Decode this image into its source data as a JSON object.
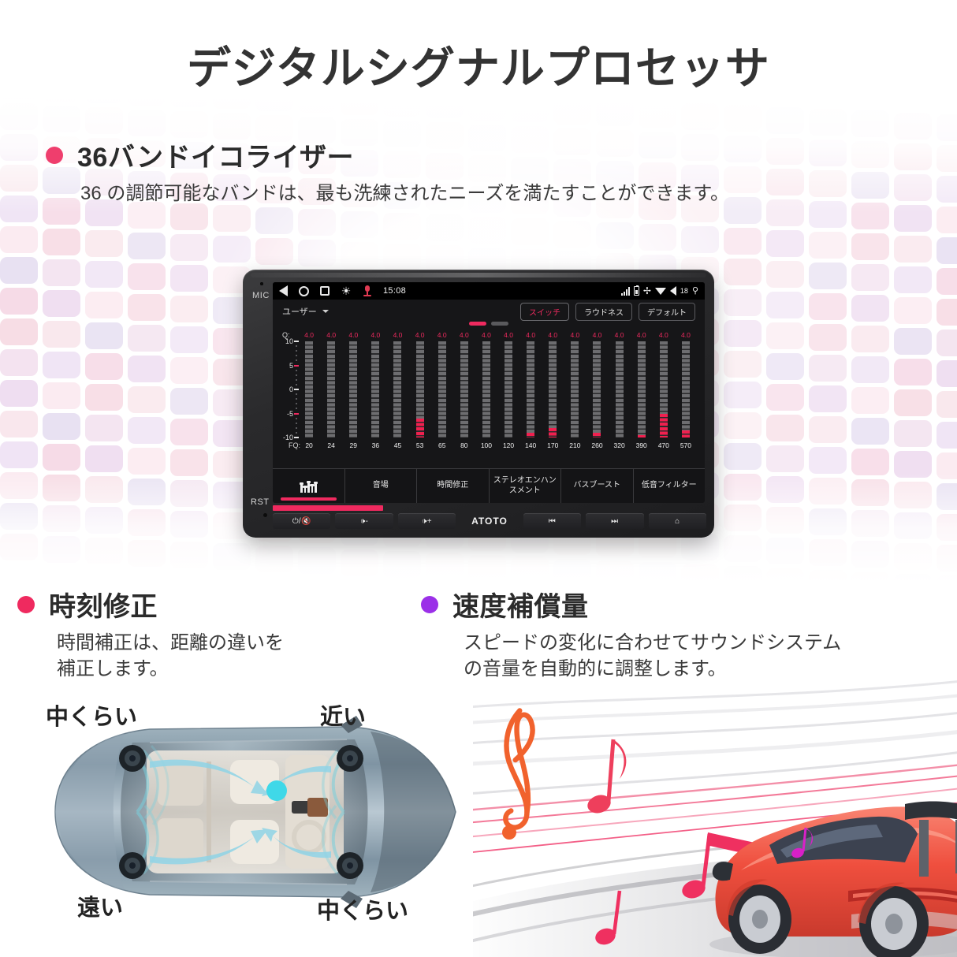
{
  "page": {
    "main_title": "デジタルシグナルプロセッサ"
  },
  "features": [
    {
      "id": "eq",
      "bullet_color": "#ef3e6d",
      "title": "36バンドイコライザー",
      "description": "36 の調節可能なバンドは、最も洗練されたニーズを満たすことができます。"
    },
    {
      "id": "time",
      "bullet_color": "#ef2a5f",
      "title": "時刻修正",
      "description": "時間補正は、距離の違いを\n補正します。"
    },
    {
      "id": "speed",
      "bullet_color": "#9b30e8",
      "title": "速度補償量",
      "description": "スピードの変化に合わせてサウンドシステム\nの音量を自動的に調整します。"
    }
  ],
  "head_unit": {
    "mic_label": "MIC",
    "rst_label": "RST",
    "brand": "ATOTO",
    "statusbar": {
      "time": "15:08",
      "left_icons": [
        "back-icon",
        "home-icon",
        "recent-apps-icon",
        "brightness-icon",
        "mic-icon"
      ],
      "right_icons": [
        "signal-icon",
        "battery-icon",
        "bluetooth-icon",
        "wifi-icon",
        "volume-icon",
        "gps-icon"
      ],
      "volume_value": "18"
    },
    "toolbar": {
      "preset_label": "ユーザー",
      "buttons": [
        {
          "label": "スイッチ",
          "active": true
        },
        {
          "label": "ラウドネス",
          "active": false
        },
        {
          "label": "デフォルト",
          "active": false
        }
      ]
    },
    "page_dots": {
      "total": 2,
      "active_index": 0
    },
    "equalizer": {
      "q_label": "Q:",
      "fq_label": "FQ:",
      "y_labels": [
        "10",
        "5",
        "0",
        "-5",
        "-10"
      ],
      "y_range": [
        -10,
        10
      ],
      "bands": [
        {
          "fq": "20",
          "q": "4.0",
          "gain": -10.0
        },
        {
          "fq": "24",
          "q": "4.0",
          "gain": -10.0
        },
        {
          "fq": "29",
          "q": "4.0",
          "gain": -10.0
        },
        {
          "fq": "36",
          "q": "4.0",
          "gain": -10.0
        },
        {
          "fq": "45",
          "q": "4.0",
          "gain": -10.0
        },
        {
          "fq": "53",
          "q": "4.0",
          "gain": -6.0
        },
        {
          "fq": "65",
          "q": "4.0",
          "gain": -10.0
        },
        {
          "fq": "80",
          "q": "4.0",
          "gain": -10.0
        },
        {
          "fq": "100",
          "q": "4.0",
          "gain": -10.0
        },
        {
          "fq": "120",
          "q": "4.0",
          "gain": -10.0
        },
        {
          "fq": "140",
          "q": "4.0",
          "gain": -9.0
        },
        {
          "fq": "170",
          "q": "4.0",
          "gain": -8.0
        },
        {
          "fq": "210",
          "q": "4.0",
          "gain": -10.0
        },
        {
          "fq": "260",
          "q": "4.0",
          "gain": -9.0
        },
        {
          "fq": "320",
          "q": "4.0",
          "gain": -10.0
        },
        {
          "fq": "390",
          "q": "4.0",
          "gain": -9.5
        },
        {
          "fq": "470",
          "q": "4.0",
          "gain": -5.0
        },
        {
          "fq": "570",
          "q": "4.0",
          "gain": -8.5
        }
      ]
    },
    "tabs": [
      {
        "label": "",
        "icon": "equalizer-icon",
        "active": true
      },
      {
        "label": "音場",
        "icon": "",
        "active": false
      },
      {
        "label": "時間修正",
        "icon": "",
        "active": false
      },
      {
        "label": "ステレオエンハンスメント",
        "icon": "",
        "active": false
      },
      {
        "label": "バスブースト",
        "icon": "",
        "active": false
      },
      {
        "label": "低音フィルター",
        "icon": "",
        "active": false
      }
    ],
    "hardware_keys": [
      {
        "label": "⏻/🔇",
        "name": "power-mute-key"
      },
      {
        "label": "🕩-",
        "name": "volume-down-key"
      },
      {
        "label": "🕩+",
        "name": "volume-up-key"
      },
      {
        "label": "ATOTO",
        "name": "brand-logo"
      },
      {
        "label": "⏮",
        "name": "previous-track-key"
      },
      {
        "label": "⏭",
        "name": "next-track-key"
      },
      {
        "label": "⌂",
        "name": "home-key"
      }
    ]
  },
  "car_diagram": {
    "labels": {
      "top_left": "中くらい",
      "top_right": "近い",
      "bottom_left": "遠い",
      "bottom_right": "中くらい"
    }
  },
  "colors": {
    "accent_pink": "#ef2a5f",
    "accent_purple": "#9b30e8",
    "title_gray": "#333333"
  }
}
